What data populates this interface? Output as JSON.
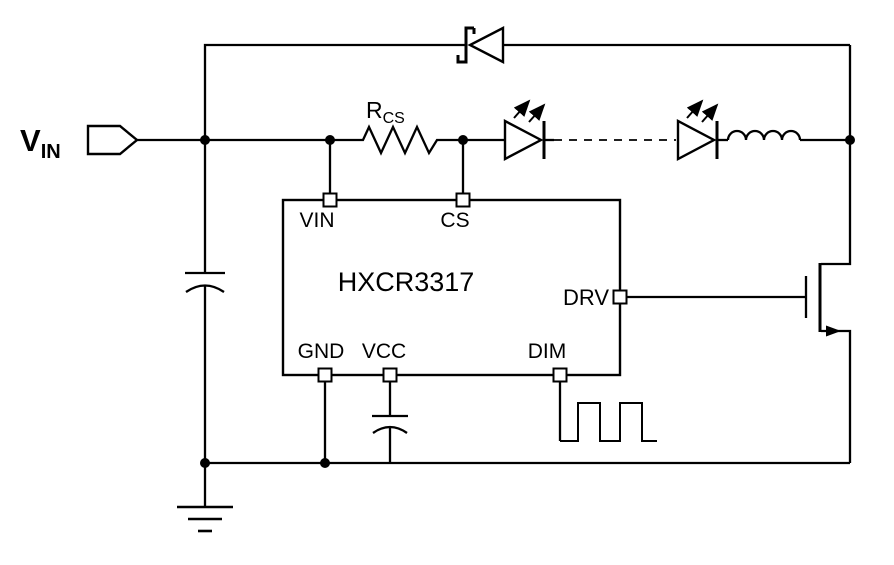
{
  "schematic": {
    "ic": {
      "name": "HXCR3317",
      "pins": {
        "vin": "VIN",
        "cs": "CS",
        "drv": "DRV",
        "gnd": "GND",
        "vcc": "VCC",
        "dim": "DIM"
      }
    },
    "labels": {
      "input": {
        "main": "V",
        "sub": "IN"
      },
      "current_sense_resistor": {
        "main": "R",
        "sub": "CS"
      }
    },
    "components": [
      "vin-terminal-tag",
      "input-capacitor",
      "current-sense-resistor",
      "led-1",
      "dashed-led-string-wire",
      "led-2",
      "inductor",
      "schottky-freewheel-diode",
      "nmos-power-mosfet",
      "vcc-capacitor",
      "dim-pwm-waveform",
      "ground-symbol"
    ],
    "colors": {
      "line": "#000000",
      "background": "#ffffff"
    }
  }
}
